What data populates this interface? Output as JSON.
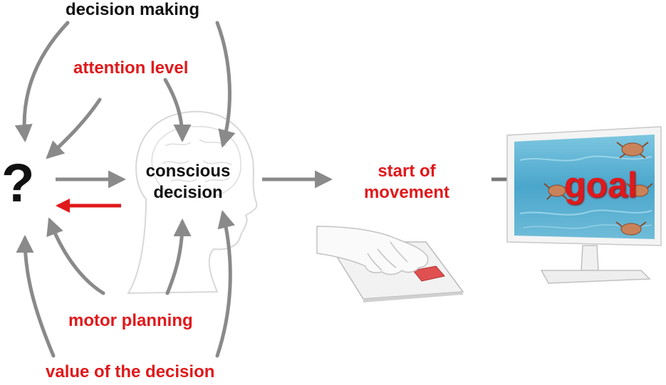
{
  "labels": {
    "decision_making": "decision making",
    "attention_level": "attention level",
    "conscious_line1": "conscious",
    "conscious_line2": "decision",
    "start_line1": "start of",
    "start_line2": "movement",
    "goal": "goal",
    "question": "?",
    "motor_planning": "motor planning",
    "value_of_decision": "value of the decision"
  },
  "colors": {
    "accent_red": "#e0191b",
    "arrow_grey": "#8a8a8a",
    "text_black": "#111111",
    "screen_water": "#5fb3d3",
    "button_red": "#e05050"
  },
  "icons": [
    "brain-icon",
    "head-silhouette-icon",
    "hand-icon",
    "response-button-icon",
    "monitor-icon",
    "crab-icon"
  ]
}
